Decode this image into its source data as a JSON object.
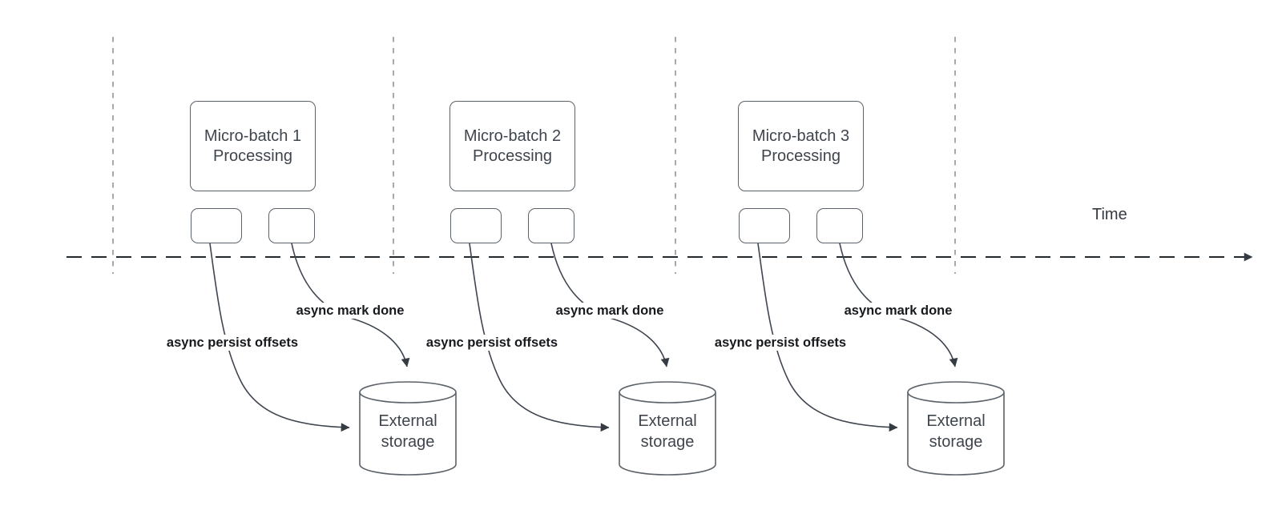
{
  "timeline": {
    "label": "Time"
  },
  "colors": {
    "background": "#ffffff",
    "shape_border": "#5c6269",
    "shape_text": "#3f454d",
    "annotation_text": "#17191d",
    "timeline_line": "#24292e",
    "guide_line": "#9ba1a6",
    "arrowhead": "#353b43"
  },
  "sections": [
    {
      "batch_line1": "Micro-batch 1",
      "batch_line2": "Processing",
      "persist_label": "async persist offsets",
      "mark_done_label": "async mark done",
      "storage_line1": "External",
      "storage_line2": "storage"
    },
    {
      "batch_line1": "Micro-batch 2",
      "batch_line2": "Processing",
      "persist_label": "async persist offsets",
      "mark_done_label": "async mark done",
      "storage_line1": "External",
      "storage_line2": "storage"
    },
    {
      "batch_line1": "Micro-batch 3",
      "batch_line2": "Processing",
      "persist_label": "async persist offsets",
      "mark_done_label": "async mark done",
      "storage_line1": "External",
      "storage_line2": "storage"
    }
  ]
}
